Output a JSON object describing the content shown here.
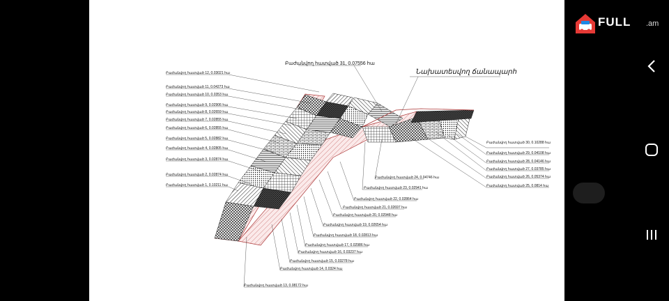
{
  "overlay": {
    "brand": "FULL",
    "domain": ".am",
    "brand_color": "#e53935"
  },
  "nav_buttons": {
    "back_icon": "chevron-left-icon",
    "home_icon": "circle-home-icon",
    "recents_icon": "recents-bars-icon"
  },
  "drawing": {
    "top_label": "Բաժանվող հատված 31, 0.07556 հա",
    "road_label": "Նախատեսվող ճանապարհ",
    "left_labels": [
      "Բաժանվող հատված 12, 0.03021 հա",
      "Բաժանվող հատված 11, 0.04273 հա",
      "Բաժանվող հատված 10, 0.0353 հա",
      "Բաժանվող հատված 9, 0.02906 հա",
      "Բաժանվող հատված 8, 0.02659 հա",
      "Բաժանվող հատված 7, 0.02855 հա",
      "Բաժանվող հատված 6, 0.02855 հա",
      "Բաժանվող հատված 5, 0.02882 հա",
      "Բաժանվող հատված 4, 0.02805 հա",
      "Բաժանվող հատված 3, 0.02874 հա",
      "Բաժանվող հատված 2, 0.02874 հա",
      "Բաժանվող հատված 1, 0.10211 հա"
    ],
    "right_labels": [
      "Բաժանվող հատված 30, 0.10288 հա",
      "Բաժանվող հատված 29, 0.04108 հա",
      "Բաժանվող հատված 28, 0.04146 հա",
      "Բաժանվող հատված 27, 0.03785 հա",
      "Բաժանվող հատված 26, 0.05374 հա",
      "Բաժանվող հատված 25, 0.0814 հա"
    ],
    "bottom_labels": [
      "Բաժանվող հատված 24, 0.04746 հա",
      "Բաժանվող հատված 23, 0.02941 հա",
      "Բաժանվող հատված 22, 0.02864 հա",
      "Բաժանվող հատված 21, 0.02697 հա",
      "Բաժանվող հատված 20, 0.02948 հա",
      "Բաժանվող հատված 19, 0.02654 հա",
      "Բաժանվող հատված 18, 0.02813 հա",
      "Բաժանվող հատված 17, 0.02986 հա",
      "Բաժանվող հատված 16, 0.03237 հա",
      "Բաժանվող հատված 15, 0.03278 հա",
      "Բաժանվող հատված 14, 0.0324 հա",
      "Բաժանվող հատված 13, 0.08172 հա"
    ]
  }
}
